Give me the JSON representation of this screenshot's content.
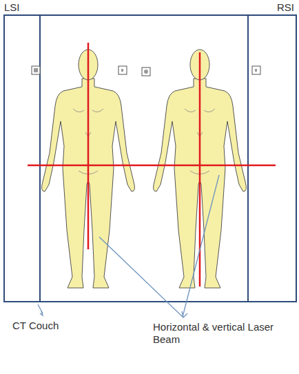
{
  "diagram": {
    "labels": [
      "LSI",
      "RSI",
      "CT Couch",
      "Horizontal & vertical Laser Beam"
    ]
  }
}
